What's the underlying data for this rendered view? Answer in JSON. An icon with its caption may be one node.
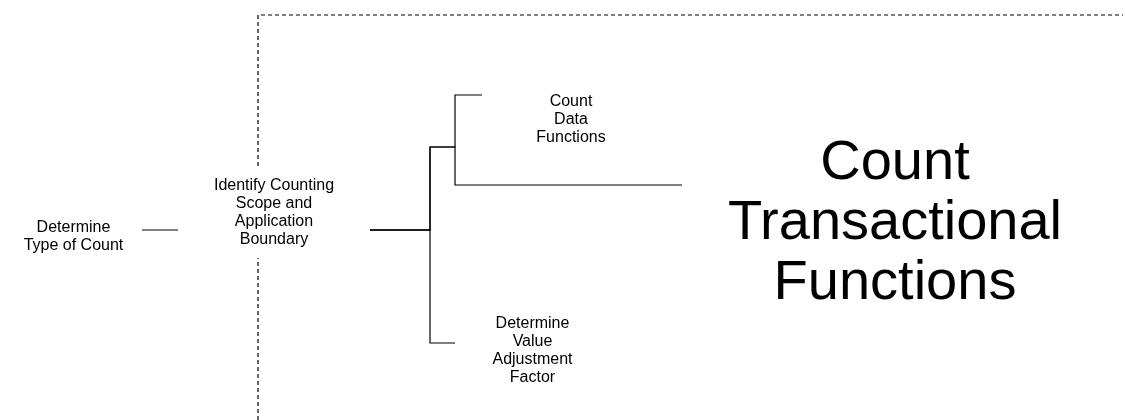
{
  "diagram": {
    "nodes": [
      {
        "text": [
          "Determine Type of Count"
        ]
      },
      {
        "text": [
          "Identify Counting Scope and Application Boundary"
        ]
      },
      {
        "text": [
          "Count Data Functions"
        ]
      },
      {
        "text": [
          "Count Transactional Functions"
        ]
      },
      {
        "text": [
          "Determine Value Adjustment Factor"
        ]
      }
    ],
    "edges": [
      {
        "from": 0,
        "to": 1,
        "arrow": "none"
      },
      {
        "from": 1,
        "to": 2,
        "arrow": "none"
      },
      {
        "from": 1,
        "to": 3,
        "arrow": "none"
      },
      {
        "from": 1,
        "to": 4,
        "arrow": "none"
      }
    ]
  }
}
